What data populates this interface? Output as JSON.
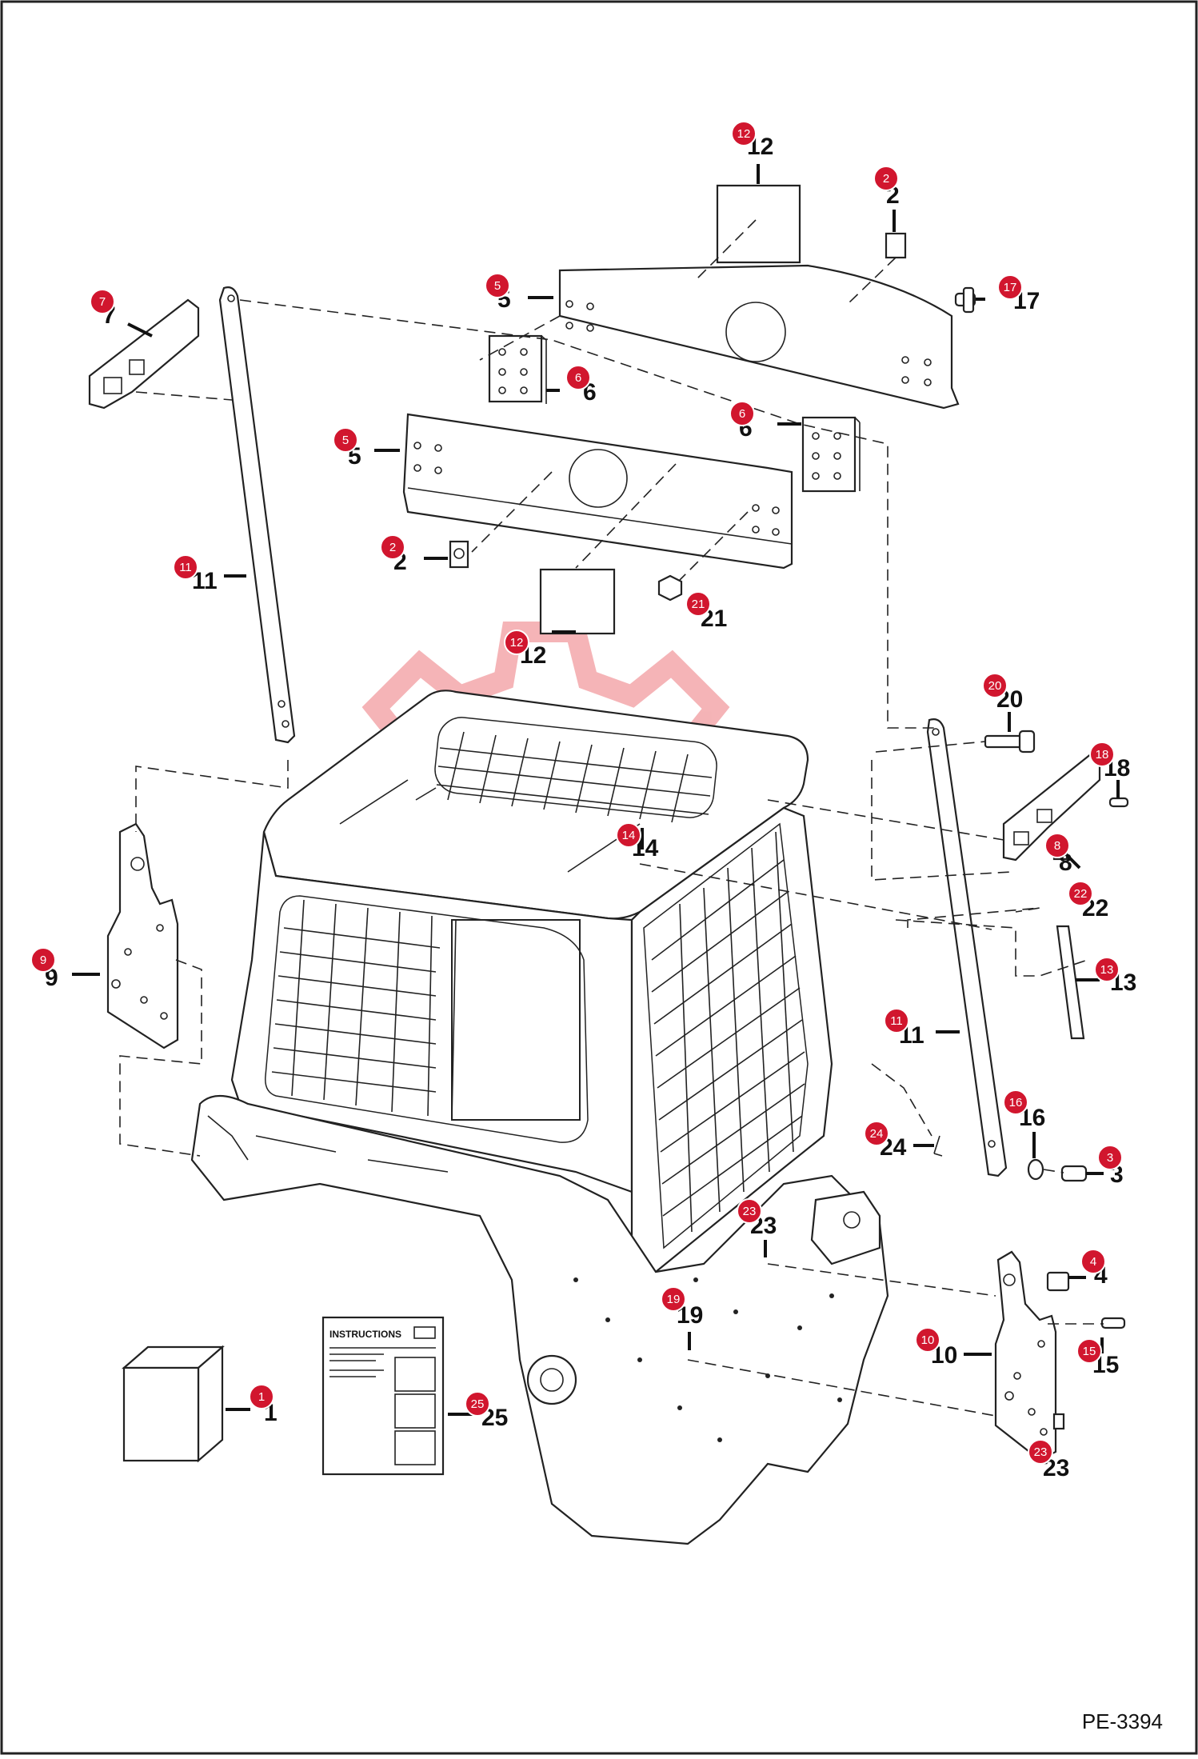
{
  "figure_id": "PE-3394",
  "instructions_heading": "INSTRUCTIONS",
  "watermark_text": "ЛНТ",
  "badge_color": "#d1162e",
  "watermark_color": "#f2a0a4",
  "callouts": [
    {
      "badge": "12",
      "label": "12"
    },
    {
      "badge": "2",
      "label": "2"
    },
    {
      "badge": "7",
      "label": "7"
    },
    {
      "badge": "5",
      "label": "5"
    },
    {
      "badge": "17",
      "label": "17"
    },
    {
      "badge": "6",
      "label": "6"
    },
    {
      "badge": "6",
      "label": "6"
    },
    {
      "badge": "5",
      "label": "5"
    },
    {
      "badge": "2",
      "label": "2"
    },
    {
      "badge": "11",
      "label": "11"
    },
    {
      "badge": "21",
      "label": "21"
    },
    {
      "badge": "12",
      "label": "12"
    },
    {
      "badge": "20",
      "label": "20"
    },
    {
      "badge": "18",
      "label": "18"
    },
    {
      "badge": "14",
      "label": "14"
    },
    {
      "badge": "8",
      "label": "8"
    },
    {
      "badge": "22",
      "label": "22"
    },
    {
      "badge": "9",
      "label": "9"
    },
    {
      "badge": "13",
      "label": "13"
    },
    {
      "badge": "11",
      "label": "11"
    },
    {
      "badge": "16",
      "label": "16"
    },
    {
      "badge": "24",
      "label": "24"
    },
    {
      "badge": "3",
      "label": "3"
    },
    {
      "badge": "23",
      "label": "23"
    },
    {
      "badge": "4",
      "label": "4"
    },
    {
      "badge": "19",
      "label": "19"
    },
    {
      "badge": "10",
      "label": "10"
    },
    {
      "badge": "15",
      "label": "15"
    },
    {
      "badge": "1",
      "label": "1"
    },
    {
      "badge": "25",
      "label": "25"
    },
    {
      "badge": "23",
      "label": "23"
    }
  ]
}
